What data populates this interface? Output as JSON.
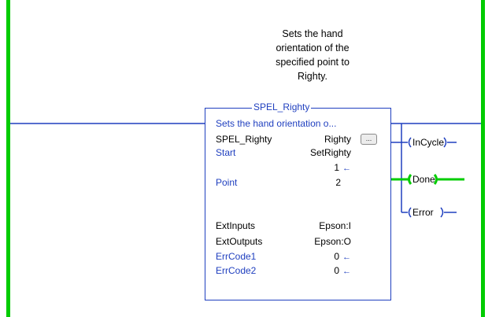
{
  "rung_comment": [
    "Sets the hand",
    "orientation of the",
    "specified point to",
    "Righty."
  ],
  "instruction": {
    "name": "SPEL_Righty",
    "description": "Sets the hand orientation o...",
    "browse_label": "...",
    "rows": [
      {
        "label": "SPEL_Righty",
        "value": "Righty",
        "label_color": "black"
      },
      {
        "label": "Start",
        "value": "SetRighty",
        "label_color": "blue"
      },
      {
        "label": "",
        "value": "1",
        "arrow": "←"
      },
      {
        "label": "Point",
        "value": "2",
        "label_color": "blue"
      },
      {
        "label": "ExtInputs",
        "value": "Epson:I",
        "label_color": "black"
      },
      {
        "label": "ExtOutputs",
        "value": "Epson:O",
        "label_color": "black"
      },
      {
        "label": "ErrCode1",
        "value": "0",
        "arrow": "←",
        "label_color": "blue"
      },
      {
        "label": "ErrCode2",
        "value": "0",
        "arrow": "←",
        "label_color": "blue"
      }
    ]
  },
  "outputs": [
    {
      "name": "InCycle",
      "energized": false
    },
    {
      "name": "Done",
      "energized": true
    },
    {
      "name": "Error",
      "energized": false
    }
  ],
  "colors": {
    "rail": "#00cc00",
    "wire": "#1f3fbf",
    "energized": "#00cc00"
  }
}
